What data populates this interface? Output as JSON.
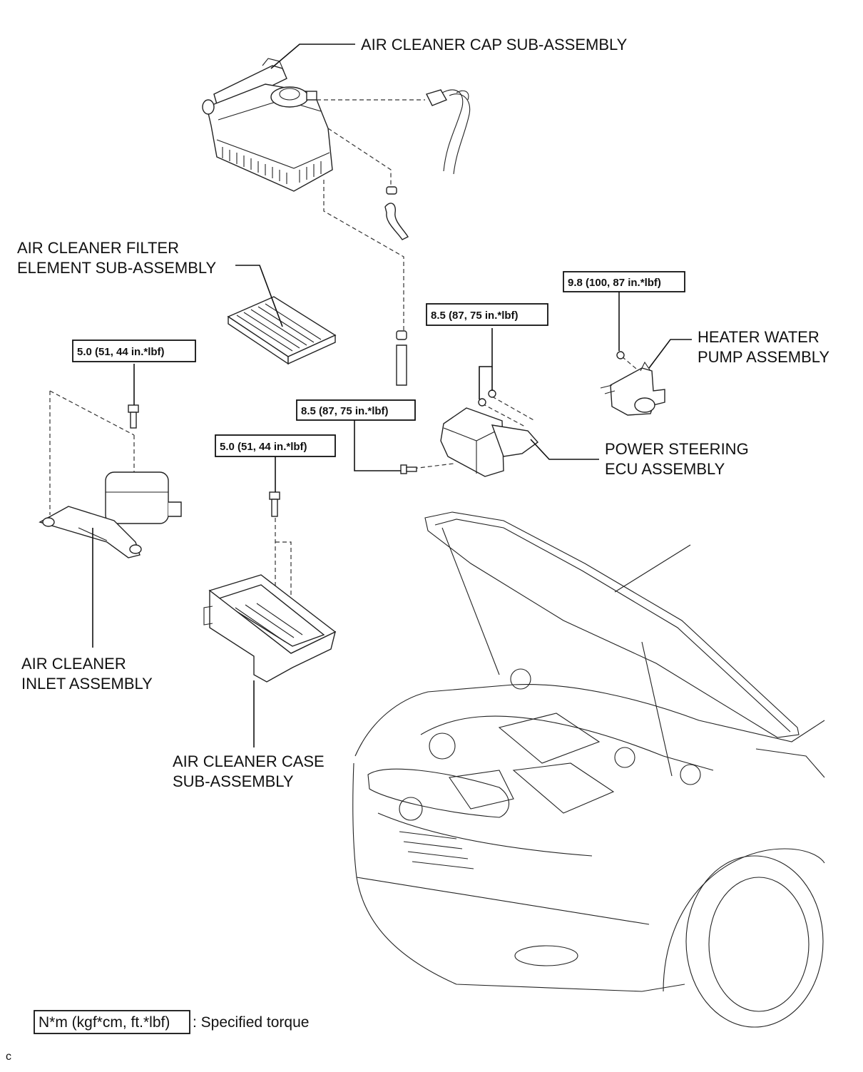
{
  "labels": {
    "air_cleaner_cap": "AIR CLEANER CAP SUB-ASSEMBLY",
    "filter_element_line1": "AIR CLEANER FILTER",
    "filter_element_line2": "ELEMENT SUB-ASSEMBLY",
    "heater_pump_line1": "HEATER WATER",
    "heater_pump_line2": "PUMP ASSEMBLY",
    "ps_ecu_line1": "POWER STEERING",
    "ps_ecu_line2": "ECU ASSEMBLY",
    "inlet_line1": "AIR CLEANER",
    "inlet_line2": "INLET ASSEMBLY",
    "case_line1": "AIR CLEANER CASE",
    "case_line2": "SUB-ASSEMBLY"
  },
  "torque": {
    "heater_pump": "9.8 (100, 87 in.*lbf)",
    "ecu_nut": "8.5 (87, 75 in.*lbf)",
    "ecu_bolt": "8.5 (87, 75 in.*lbf)",
    "inlet_bolt": "5.0 (51, 44 in.*lbf)",
    "case_bolt": "5.0 (51, 44 in.*lbf)"
  },
  "legend": {
    "unit_box": "N*m (kgf*cm, ft.*lbf)",
    "description": ": Specified torque"
  },
  "corner_mark": "c"
}
